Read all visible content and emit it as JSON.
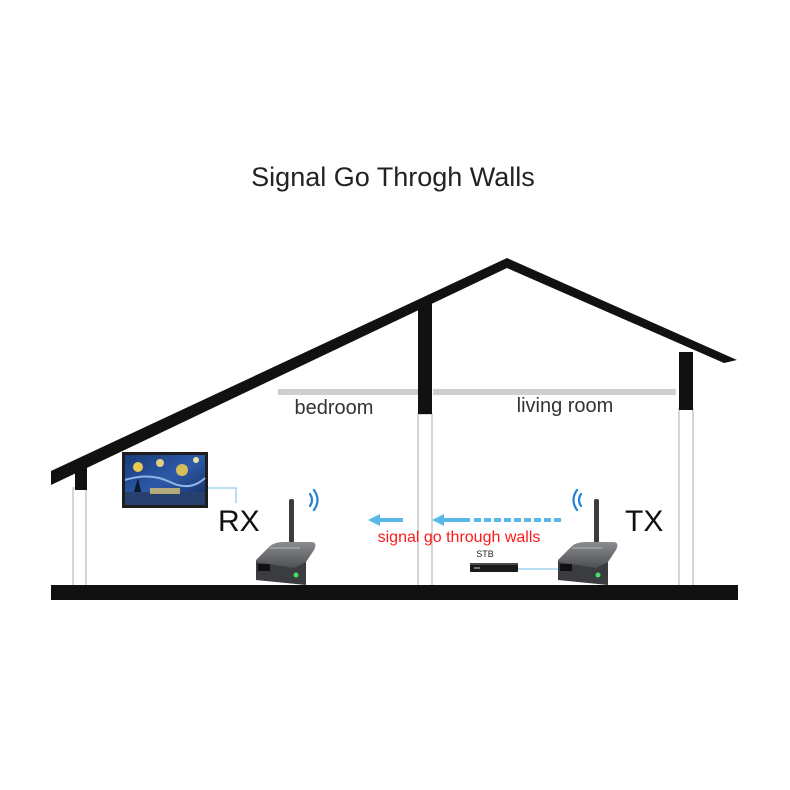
{
  "title": "Signal Go Throgh Walls",
  "rooms": {
    "left": "bedroom",
    "right": "living room"
  },
  "devices": {
    "receiver": "RX",
    "transmitter": "TX",
    "set_top_box": "STB"
  },
  "signal_caption": "signal go through walls",
  "colors": {
    "roof": "#111111",
    "signal_text": "#ff1a1a",
    "signal_arrow": "#5ab8e8",
    "wireless_waves": "#2a7fd4",
    "cable": "#9fd4f0",
    "device_body": "#6d6f73"
  }
}
